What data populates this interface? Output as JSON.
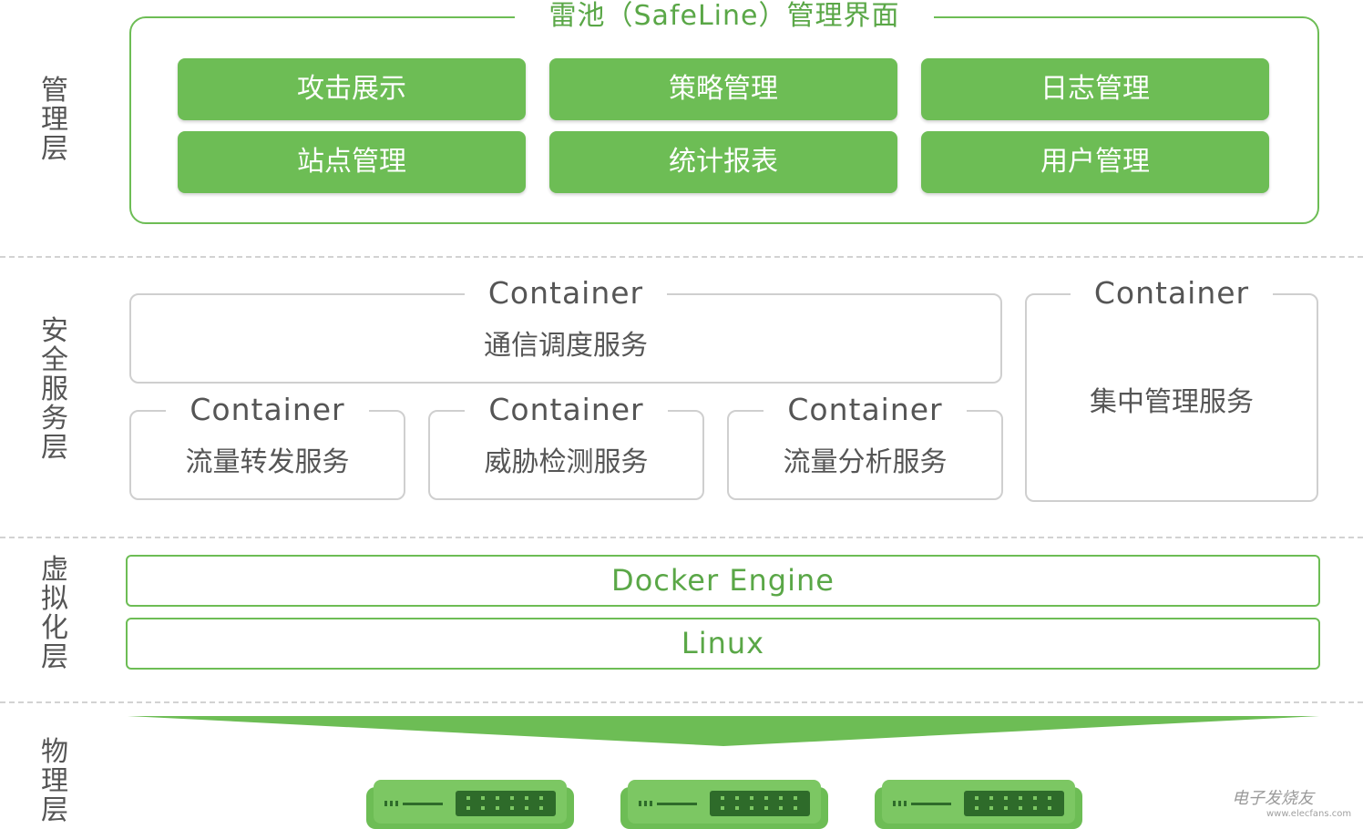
{
  "layers": {
    "management": "管理层",
    "security": "安全服务层",
    "virtualization": "虚拟化层",
    "physical": "物理层"
  },
  "management": {
    "title": "雷池（SafeLine）管理界面",
    "modules": [
      "攻击展示",
      "策略管理",
      "日志管理",
      "站点管理",
      "统计报表",
      "用户管理"
    ]
  },
  "services": {
    "communication": {
      "title": "Container",
      "label": "通信调度服务"
    },
    "central": {
      "title": "Container",
      "label": "集中管理服务"
    },
    "traffic_forward": {
      "title": "Container",
      "label": "流量转发服务"
    },
    "threat_detection": {
      "title": "Container",
      "label": "威胁检测服务"
    },
    "traffic_analysis": {
      "title": "Container",
      "label": "流量分析服务"
    }
  },
  "virtualization": {
    "docker": "Docker Engine",
    "linux": "Linux"
  },
  "physical": {
    "server_count": 3
  },
  "watermark": {
    "text": "电子发烧友",
    "url": "www.elecfans.com"
  },
  "colors": {
    "accent": "#6dbd55",
    "accent_text": "#5aa747",
    "border": "#cfcfcf",
    "text": "#555555"
  }
}
